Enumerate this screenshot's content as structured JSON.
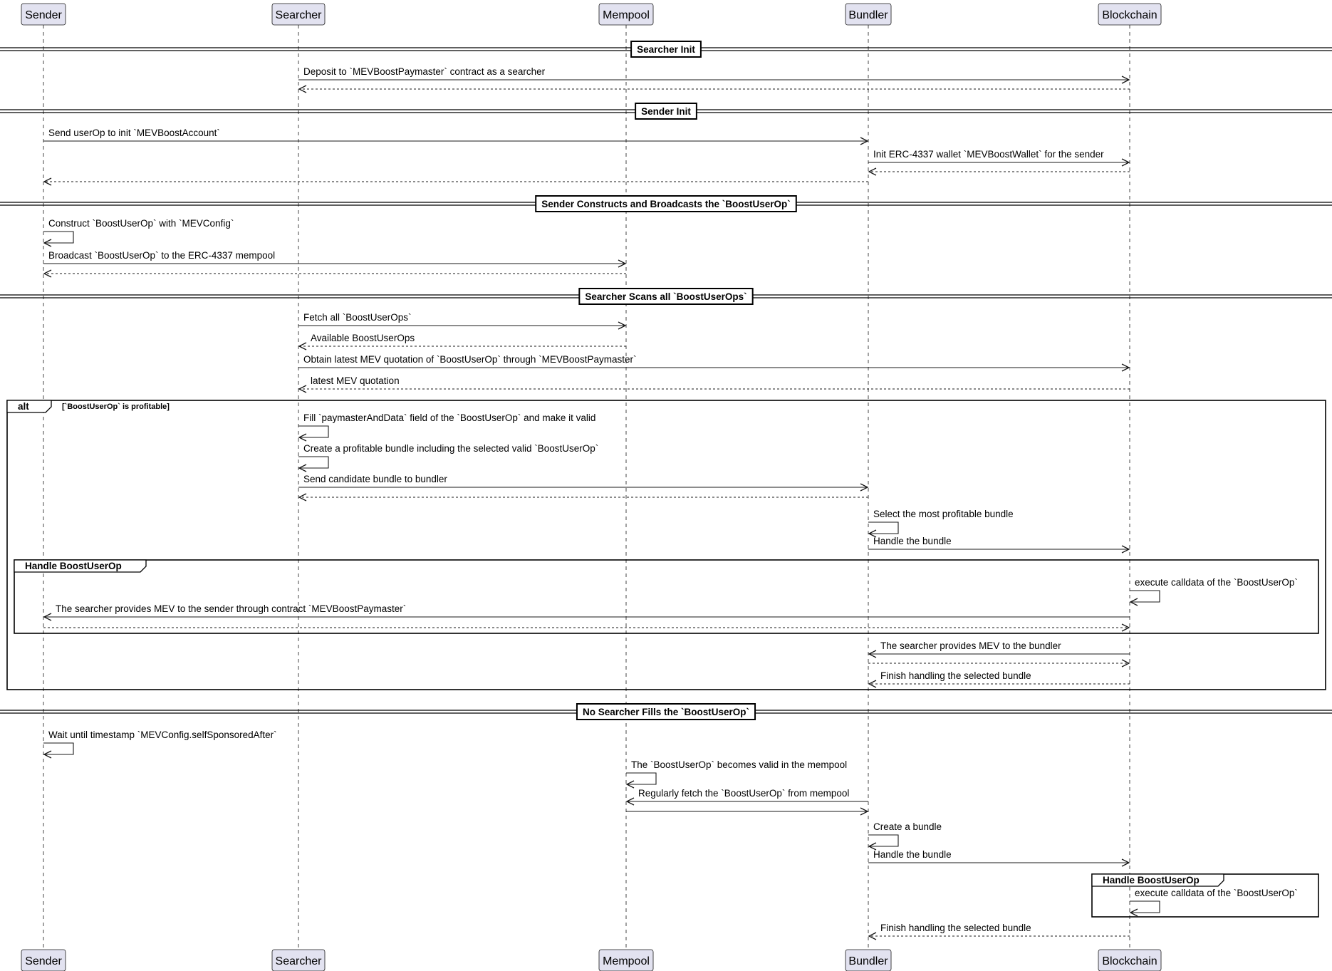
{
  "participants": [
    "Sender",
    "Searcher",
    "Mempool",
    "Bundler",
    "Blockchain"
  ],
  "dividers": [
    {
      "label": "Searcher Init"
    },
    {
      "label": "Sender Init"
    },
    {
      "label": "Sender Constructs and Broadcasts the `BoostUserOp`"
    },
    {
      "label": "Searcher Scans all `BoostUserOps`"
    },
    {
      "label": "No Searcher Fills the `BoostUserOp`"
    }
  ],
  "frames": [
    {
      "title": "alt",
      "guard": "[`BoostUserOp` is profitable]"
    },
    {
      "title": "Handle BoostUserOp"
    },
    {
      "title": "Handle BoostUserOp"
    }
  ],
  "messages": [
    {
      "from": "Searcher",
      "to": "Blockchain",
      "label": "Deposit to `MEVBoostPaymaster` contract as a searcher",
      "style": "solid"
    },
    {
      "from": "Blockchain",
      "to": "Searcher",
      "label": "",
      "style": "dashed"
    },
    {
      "from": "Sender",
      "to": "Bundler",
      "label": "Send userOp to init `MEVBoostAccount`",
      "style": "solid"
    },
    {
      "from": "Bundler",
      "to": "Blockchain",
      "label": "Init ERC-4337 wallet `MEVBoostWallet` for the sender",
      "style": "solid"
    },
    {
      "from": "Blockchain",
      "to": "Bundler",
      "label": "",
      "style": "dashed"
    },
    {
      "from": "Bundler",
      "to": "Sender",
      "label": "",
      "style": "dashed"
    },
    {
      "from": "Sender",
      "to": "Sender",
      "label": "Construct `BoostUserOp` with `MEVConfig`",
      "style": "solid"
    },
    {
      "from": "Sender",
      "to": "Mempool",
      "label": "Broadcast `BoostUserOp` to the ERC-4337 mempool",
      "style": "solid"
    },
    {
      "from": "Mempool",
      "to": "Sender",
      "label": "",
      "style": "dashed"
    },
    {
      "from": "Searcher",
      "to": "Mempool",
      "label": "Fetch all `BoostUserOps`",
      "style": "solid"
    },
    {
      "from": "Mempool",
      "to": "Searcher",
      "label": "Available BoostUserOps",
      "style": "dashed"
    },
    {
      "from": "Searcher",
      "to": "Blockchain",
      "label": "Obtain latest MEV quotation of `BoostUserOp` through `MEVBoostPaymaster`",
      "style": "solid"
    },
    {
      "from": "Blockchain",
      "to": "Searcher",
      "label": "latest MEV quotation",
      "style": "dashed"
    },
    {
      "from": "Searcher",
      "to": "Searcher",
      "label": "Fill `paymasterAndData` field of the `BoostUserOp` and make it valid",
      "style": "solid"
    },
    {
      "from": "Searcher",
      "to": "Searcher",
      "label": "Create a profitable bundle including the selected valid `BoostUserOp`",
      "style": "solid"
    },
    {
      "from": "Searcher",
      "to": "Bundler",
      "label": "Send candidate bundle to bundler",
      "style": "solid"
    },
    {
      "from": "Bundler",
      "to": "Searcher",
      "label": "",
      "style": "dashed"
    },
    {
      "from": "Bundler",
      "to": "Bundler",
      "label": "Select the most profitable bundle",
      "style": "solid"
    },
    {
      "from": "Bundler",
      "to": "Blockchain",
      "label": "Handle the bundle",
      "style": "solid"
    },
    {
      "from": "Blockchain",
      "to": "Blockchain",
      "label": "execute calldata of the `BoostUserOp`",
      "style": "solid"
    },
    {
      "from": "Blockchain",
      "to": "Sender",
      "label": "The searcher provides MEV to the sender through contract `MEVBoostPaymaster`",
      "style": "solid"
    },
    {
      "from": "Sender",
      "to": "Blockchain",
      "label": "",
      "style": "dashed"
    },
    {
      "from": "Blockchain",
      "to": "Bundler",
      "label": "The searcher provides MEV to the bundler",
      "style": "solid"
    },
    {
      "from": "Bundler",
      "to": "Blockchain",
      "label": "",
      "style": "dashed"
    },
    {
      "from": "Blockchain",
      "to": "Bundler",
      "label": "Finish handling the selected bundle",
      "style": "dashed"
    },
    {
      "from": "Sender",
      "to": "Sender",
      "label": "Wait until timestamp `MEVConfig.selfSponsoredAfter`",
      "style": "solid"
    },
    {
      "from": "Mempool",
      "to": "Mempool",
      "label": "The `BoostUserOp` becomes valid in the mempool",
      "style": "solid"
    },
    {
      "from": "Bundler",
      "to": "Mempool",
      "label": "Regularly fetch the `BoostUserOp` from mempool",
      "style": "solid"
    },
    {
      "from": "Mempool",
      "to": "Bundler",
      "label": "",
      "style": "solid"
    },
    {
      "from": "Bundler",
      "to": "Bundler",
      "label": "Create a bundle",
      "style": "solid"
    },
    {
      "from": "Bundler",
      "to": "Blockchain",
      "label": "Handle the bundle",
      "style": "solid"
    },
    {
      "from": "Blockchain",
      "to": "Blockchain",
      "label": "execute calldata of the `BoostUserOp`",
      "style": "solid"
    },
    {
      "from": "Blockchain",
      "to": "Bundler",
      "label": "Finish handling the selected bundle",
      "style": "dashed"
    }
  ]
}
